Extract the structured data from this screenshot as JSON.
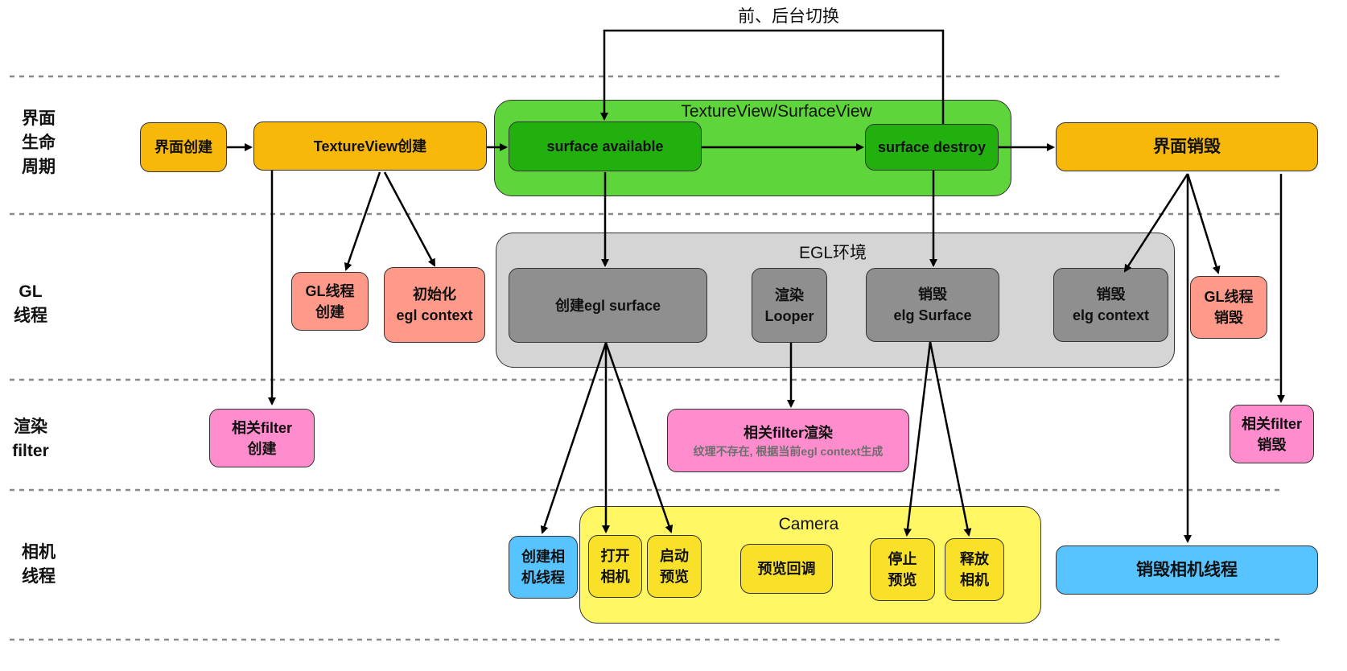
{
  "top_label": "前、后台切换",
  "lanes": {
    "ui": "界面\n生命\n周期",
    "gl": "GL\n线程",
    "filter": "渲染\nfilter",
    "camera": "相机\n线程"
  },
  "containers": {
    "textureview": "TextureView/SurfaceView",
    "egl_env": "EGL环境",
    "camera": "Camera"
  },
  "boxes": {
    "ui_create": "界面创建",
    "textureview_create": "TextureView创建",
    "surface_available": "surface available",
    "surface_destroy": "surface destroy",
    "ui_destroy": "界面销毁",
    "gl_thread_create": "GL线程\n创建",
    "init_egl_context": "初始化\negl context",
    "create_egl_surface": "创建egl surface",
    "render_looper": "渲染\nLooper",
    "destroy_elg_surface": "销毁\nelg Surface",
    "destroy_elg_context": "销毁\nelg context",
    "gl_thread_destroy": "GL线程\n销毁",
    "filter_create": "相关filter\n创建",
    "filter_render": "相关filter渲染",
    "filter_render_note": "纹理不存在, 根据当前egl context生成",
    "filter_destroy": "相关filter\n销毁",
    "create_camera_thread": "创建相\n机线程",
    "open_camera": "打开\n相机",
    "start_preview": "启动\n预览",
    "preview_callback": "预览回调",
    "stop_preview": "停止\n预览",
    "release_camera": "释放\n相机",
    "destroy_camera_thread": "销毁相机线程"
  },
  "colors": {
    "orange": "#f8b80a",
    "light_green": "#5ed53a",
    "dark_green": "#22b00f",
    "light_gray": "#d6d5d5",
    "gray": "#8f8f8f",
    "salmon": "#ff9a8a",
    "pink": "#ff8ccc",
    "light_yellow": "#fff764",
    "yellow": "#f9e12a",
    "blue": "#57c3ff"
  }
}
